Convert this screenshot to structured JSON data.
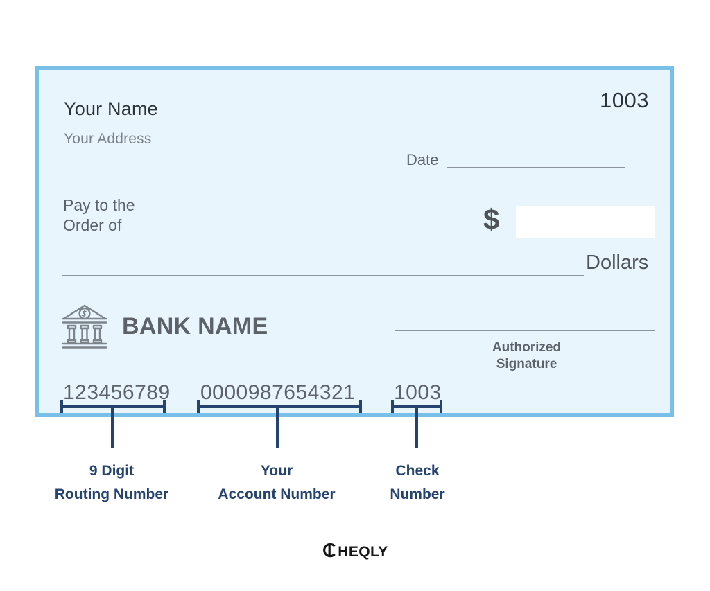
{
  "check": {
    "payer_name": "Your Name",
    "payer_address": "Your Address",
    "check_number_top": "1003",
    "date_label": "Date",
    "pay_to_label": "Pay to the\n Order of",
    "dollar_sign": "$",
    "amount_value": "",
    "dollars_label": "Dollars",
    "bank_name": "BANK NAME",
    "bank_icon": "bank-building-icon",
    "signature_label": "Authorized\nSignature",
    "micr": {
      "routing_number": "123456789",
      "account_number": "0000987654321",
      "check_number": "1003"
    }
  },
  "callouts": [
    {
      "label": "9 Digit\nRouting Number",
      "target": "routing_number"
    },
    {
      "label": "Your\nAccount Number",
      "target": "account_number"
    },
    {
      "label": "Check\nNumber",
      "target": "check_number"
    }
  ],
  "footer": {
    "logo_mark": "c-circle-logo-icon",
    "logo_text": "HEQLY"
  },
  "colors": {
    "check_background": "#e9f5fd",
    "check_border": "#79c0e9",
    "navy_accent": "#254370",
    "text_dark": "#2c3337",
    "text_gray": "#7b8388",
    "rule_gray": "#8e969b",
    "amount_box": "#ffffff",
    "page_background": "#ffffff"
  }
}
